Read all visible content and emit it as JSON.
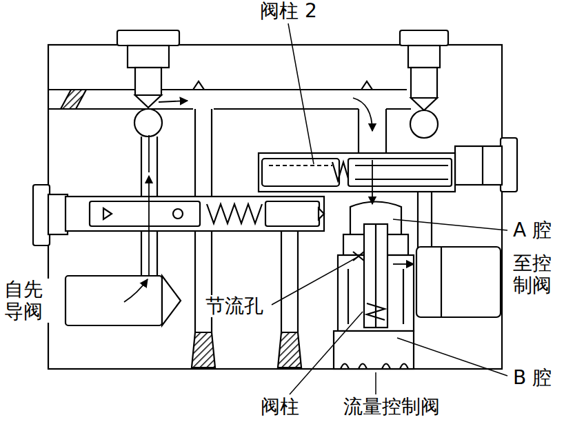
{
  "diagram": {
    "labels": [
      "阀柱 2",
      "A 腔",
      "至控 制阀",
      "自先 导阀",
      "节流孔",
      "B 腔",
      "阀柱",
      "流量控制阀"
    ]
  }
}
